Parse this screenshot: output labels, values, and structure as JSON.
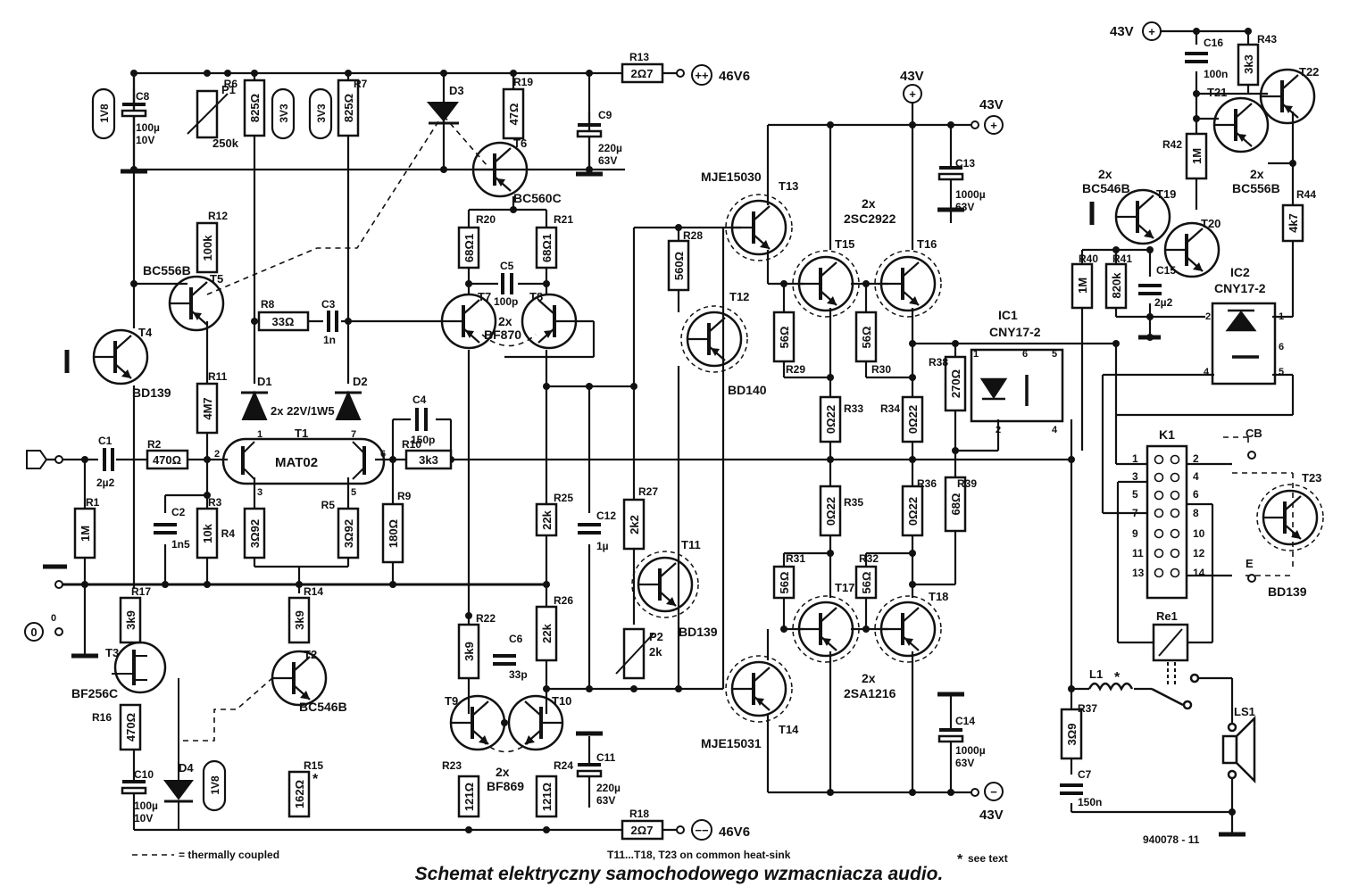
{
  "caption": "Schemat elektryczny samochodowego wzmacniacza audio.",
  "code": "940078 - 11",
  "legend": {
    "thermal": "= thermally coupled",
    "heatsink": "T11...T18, T23 on common heat-sink",
    "see_text": "see text"
  },
  "supply": {
    "pos_46": "46V6",
    "neg_46": "46V6",
    "v43_top": "43V",
    "v43_a": "43V",
    "v43_b": "43V",
    "v43_bottom": "43V",
    "pos_sign": "++",
    "neg_sign": "−−",
    "zero": "0"
  },
  "ic": {
    "ic1": "IC1",
    "ic1_type": "CNY17-2",
    "ic2": "IC2",
    "ic2_type": "CNY17-2",
    "k1": "K1",
    "re1": "Re1",
    "l1": "L1",
    "ls1": "LS1",
    "cb": "CB",
    "e": "E"
  },
  "k1_pins": [
    "1",
    "2",
    "3",
    "4",
    "5",
    "6",
    "7",
    "8",
    "9",
    "10",
    "11",
    "12",
    "13",
    "14"
  ],
  "transistors": {
    "T1": "T1",
    "mat02": "MAT02",
    "T2": "T2",
    "T2t": "BC546B",
    "T3": "T3",
    "T3t": "BF256C",
    "T4": "T4",
    "T4t": "BD139",
    "T5": "T5",
    "T5t": "BC556B",
    "T6": "T6",
    "T6t": "BC560C",
    "T7": "T7",
    "T8": "T8",
    "T78t": "2x",
    "T78t2": "BF870",
    "T9": "T9",
    "T10": "T10",
    "T910t": "2x",
    "T910t2": "BF869",
    "T11": "T11",
    "T11t": "BD139",
    "T12": "T12",
    "T12t": "BD140",
    "T13": "T13",
    "T13t": "MJE15030",
    "T14": "T14",
    "T14t": "MJE15031",
    "T15": "T15",
    "T16": "T16",
    "T1516t": "2x",
    "T1516t2": "2SC2922",
    "T17": "T17",
    "T18": "T18",
    "T1718t": "2x",
    "T1718t2": "2SA1216",
    "T19": "T19",
    "T20": "T20",
    "T1920t": "2x",
    "T1920t2": "BC546B",
    "T21": "T21",
    "T22": "T22",
    "T2122t": "2x",
    "T2122t2": "BC556B",
    "T23": "T23",
    "T23t": "BD139"
  },
  "diodes": {
    "D1": "D1",
    "D2": "D2",
    "Dz": "2x 22V/1W5",
    "D3": "D3",
    "D4": "D4",
    "led1": "1V8",
    "led2": "3V3",
    "led3": "3V3",
    "led4": "1V8"
  },
  "resistors": [
    {
      "ref": "R1",
      "val": "1M"
    },
    {
      "ref": "R2",
      "val": "470Ω"
    },
    {
      "ref": "R3",
      "val": "10k"
    },
    {
      "ref": "R4",
      "val": "3Ω92"
    },
    {
      "ref": "R5",
      "val": "3Ω92"
    },
    {
      "ref": "R6",
      "val": "825Ω"
    },
    {
      "ref": "R7",
      "val": "825Ω"
    },
    {
      "ref": "R8",
      "val": "33Ω"
    },
    {
      "ref": "R9",
      "val": "180Ω"
    },
    {
      "ref": "R10",
      "val": "3k3"
    },
    {
      "ref": "R11",
      "val": "4M7"
    },
    {
      "ref": "R12",
      "val": "100k"
    },
    {
      "ref": "R13",
      "val": "2Ω7"
    },
    {
      "ref": "R14",
      "val": "3k9"
    },
    {
      "ref": "R15",
      "val": "162Ω"
    },
    {
      "ref": "R16",
      "val": "470Ω"
    },
    {
      "ref": "R17",
      "val": "3k9"
    },
    {
      "ref": "R18",
      "val": "2Ω7"
    },
    {
      "ref": "R19",
      "val": "47Ω"
    },
    {
      "ref": "R20",
      "val": "68Ω1"
    },
    {
      "ref": "R21",
      "val": "68Ω1"
    },
    {
      "ref": "R22",
      "val": "3k9"
    },
    {
      "ref": "R23",
      "val": "121Ω"
    },
    {
      "ref": "R24",
      "val": "121Ω"
    },
    {
      "ref": "R25",
      "val": "22k"
    },
    {
      "ref": "R26",
      "val": "22k"
    },
    {
      "ref": "R27",
      "val": "2k2"
    },
    {
      "ref": "R28",
      "val": "560Ω"
    },
    {
      "ref": "R29",
      "val": "56Ω"
    },
    {
      "ref": "R30",
      "val": "56Ω"
    },
    {
      "ref": "R31",
      "val": "56Ω"
    },
    {
      "ref": "R32",
      "val": "56Ω"
    },
    {
      "ref": "R33",
      "val": "0Ω22"
    },
    {
      "ref": "R34",
      "val": "0Ω22"
    },
    {
      "ref": "R35",
      "val": "0Ω22"
    },
    {
      "ref": "R36",
      "val": "0Ω22"
    },
    {
      "ref": "R37",
      "val": "3Ω9"
    },
    {
      "ref": "R38",
      "val": "270Ω"
    },
    {
      "ref": "R39",
      "val": "68Ω"
    },
    {
      "ref": "R40",
      "val": "1M"
    },
    {
      "ref": "R41",
      "val": "820k"
    },
    {
      "ref": "R42",
      "val": "1M"
    },
    {
      "ref": "R43",
      "val": "3k3"
    },
    {
      "ref": "R44",
      "val": "4k7"
    }
  ],
  "pots": {
    "P1": "P1",
    "P1v": "250k",
    "P2": "P2",
    "P2v": "2k"
  },
  "caps": {
    "C1": "C1",
    "C1v": "2µ2",
    "C2": "C2",
    "C2v": "1n5",
    "C3": "C3",
    "C3v": "1n",
    "C4": "C4",
    "C4v": "150p",
    "C5": "C5",
    "C5v": "100p",
    "C6": "C6",
    "C6v": "33p",
    "C7": "C7",
    "C7v": "150n",
    "C8": "C8",
    "C8v1": "100µ",
    "C8v2": "10V",
    "C9": "C9",
    "C9v1": "220µ",
    "C9v2": "63V",
    "C10": "C10",
    "C10v1": "100µ",
    "C10v2": "10V",
    "C11": "C11",
    "C11v1": "220µ",
    "C11v2": "63V",
    "C12": "C12",
    "C12v": "1µ",
    "C13": "C13",
    "C13v1": "1000µ",
    "C13v2": "63V",
    "C14": "C14",
    "C14v1": "1000µ",
    "C14v2": "63V",
    "C15": "C15",
    "C15v": "2µ2",
    "C16": "C16",
    "C16v": "100n"
  }
}
